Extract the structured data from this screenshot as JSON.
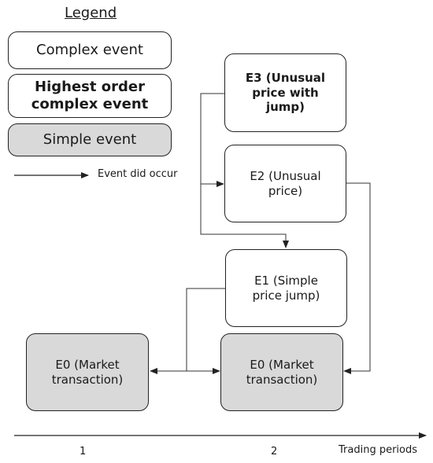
{
  "legend": {
    "title": "Legend",
    "complex": "Complex event",
    "highest_line1": "Highest order",
    "highest_line2": "complex event",
    "simple": "Simple event",
    "arrow_label": "Event did occur"
  },
  "nodes": {
    "e3": [
      "E3 (Unusual",
      "price with",
      "jump)"
    ],
    "e2": [
      "E2 (Unusual",
      "price)"
    ],
    "e1": [
      "E1 (Simple",
      "price jump)"
    ],
    "e0_1": [
      "E0 (Market",
      "transaction)"
    ],
    "e0_2": [
      "E0 (Market",
      "transaction)"
    ]
  },
  "axis": {
    "label": "Trading periods",
    "ticks": [
      "1",
      "2"
    ]
  },
  "colors": {
    "simple_fill": "#d9d9d9",
    "stroke": "#222222"
  }
}
